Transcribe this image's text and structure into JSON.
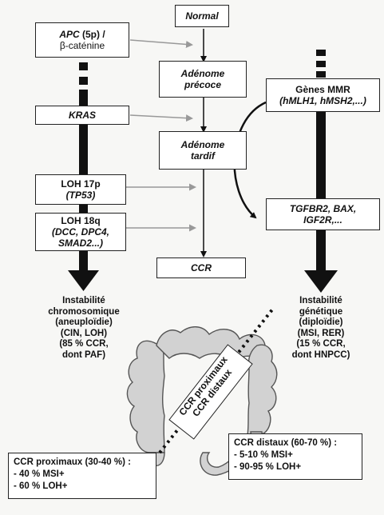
{
  "boxes": {
    "normal": "Normal",
    "adenome_precoce": [
      "Adénome",
      "précoce"
    ],
    "adenome_tardif": [
      "Adénome",
      "tardif"
    ],
    "ccr": "CCR",
    "apc": {
      "gene": "APC",
      "locus": " (5p) /",
      "line2": "β-caténine"
    },
    "kras": "KRAS",
    "loh17p": {
      "line1": "LOH 17p",
      "line2": "(TP53)"
    },
    "loh18q": {
      "line1": "LOH 18q",
      "line2": "(DCC, DPC4,",
      "line3": "SMAD2...)"
    },
    "mmr": {
      "line1": "Gènes MMR",
      "line2": "(hMLH1, hMSH2,...)"
    },
    "tgfbr2": {
      "line1": "TGFBR2, BAX,",
      "line2": "IGF2R,..."
    }
  },
  "left_outcome": [
    "Instabilité",
    "chromosomique",
    "(aneuploïdie)",
    "(CIN, LOH)",
    "(85 % CCR,",
    "dont PAF)"
  ],
  "right_outcome": [
    "Instabilité",
    "génétique",
    "(diploïdie)",
    "(MSI, RER)",
    "(15 % CCR,",
    "dont HNPCC)"
  ],
  "colon_label": {
    "top": "CCR proximaux",
    "bottom": "CCR distaux"
  },
  "callout_proximal": {
    "title": "CCR proximaux (30-40 %) :",
    "items": [
      "- 40 % MSI+",
      "- 60 % LOH+"
    ]
  },
  "callout_distal": {
    "title": "CCR distaux (60-70 %) :",
    "items": [
      "- 5-10 % MSI+",
      "- 90-95 % LOH+"
    ]
  },
  "colors": {
    "line": "#111111",
    "arrow_gray": "#888888",
    "colon_fill": "#d2d2d2",
    "colon_stroke": "#555555"
  }
}
